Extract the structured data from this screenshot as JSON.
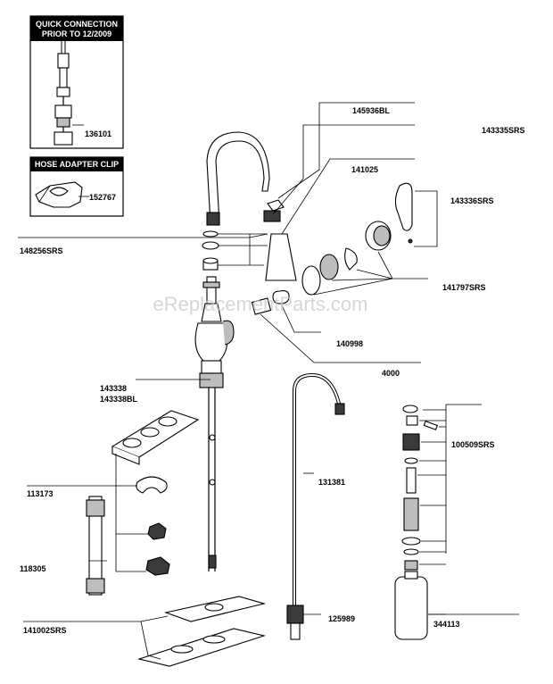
{
  "watermark": "eReplacementParts.com",
  "insets": {
    "quick_connection_title": [
      "QUICK CONNECTION",
      "PRIOR TO 12/2009"
    ],
    "hose_adapter_title": "HOSE ADAPTER CLIP"
  },
  "parts": {
    "p136101": "136101",
    "p152767": "152767",
    "p145936BL": "145936BL",
    "p143335SRS": "143335SRS",
    "p141025": "141025",
    "p143336SRS": "143336SRS",
    "p148256SRS": "148256SRS",
    "p141797SRS": "141797SRS",
    "p140998": "140998",
    "p4000": "4000",
    "p143338": "143338",
    "p143338BL": "143338BL",
    "p100509SRS": "100509SRS",
    "p113173": "113173",
    "p131381": "131381",
    "p118305": "118305",
    "p125989": "125989",
    "p141002SRS": "141002SRS",
    "p344113": "344113"
  }
}
